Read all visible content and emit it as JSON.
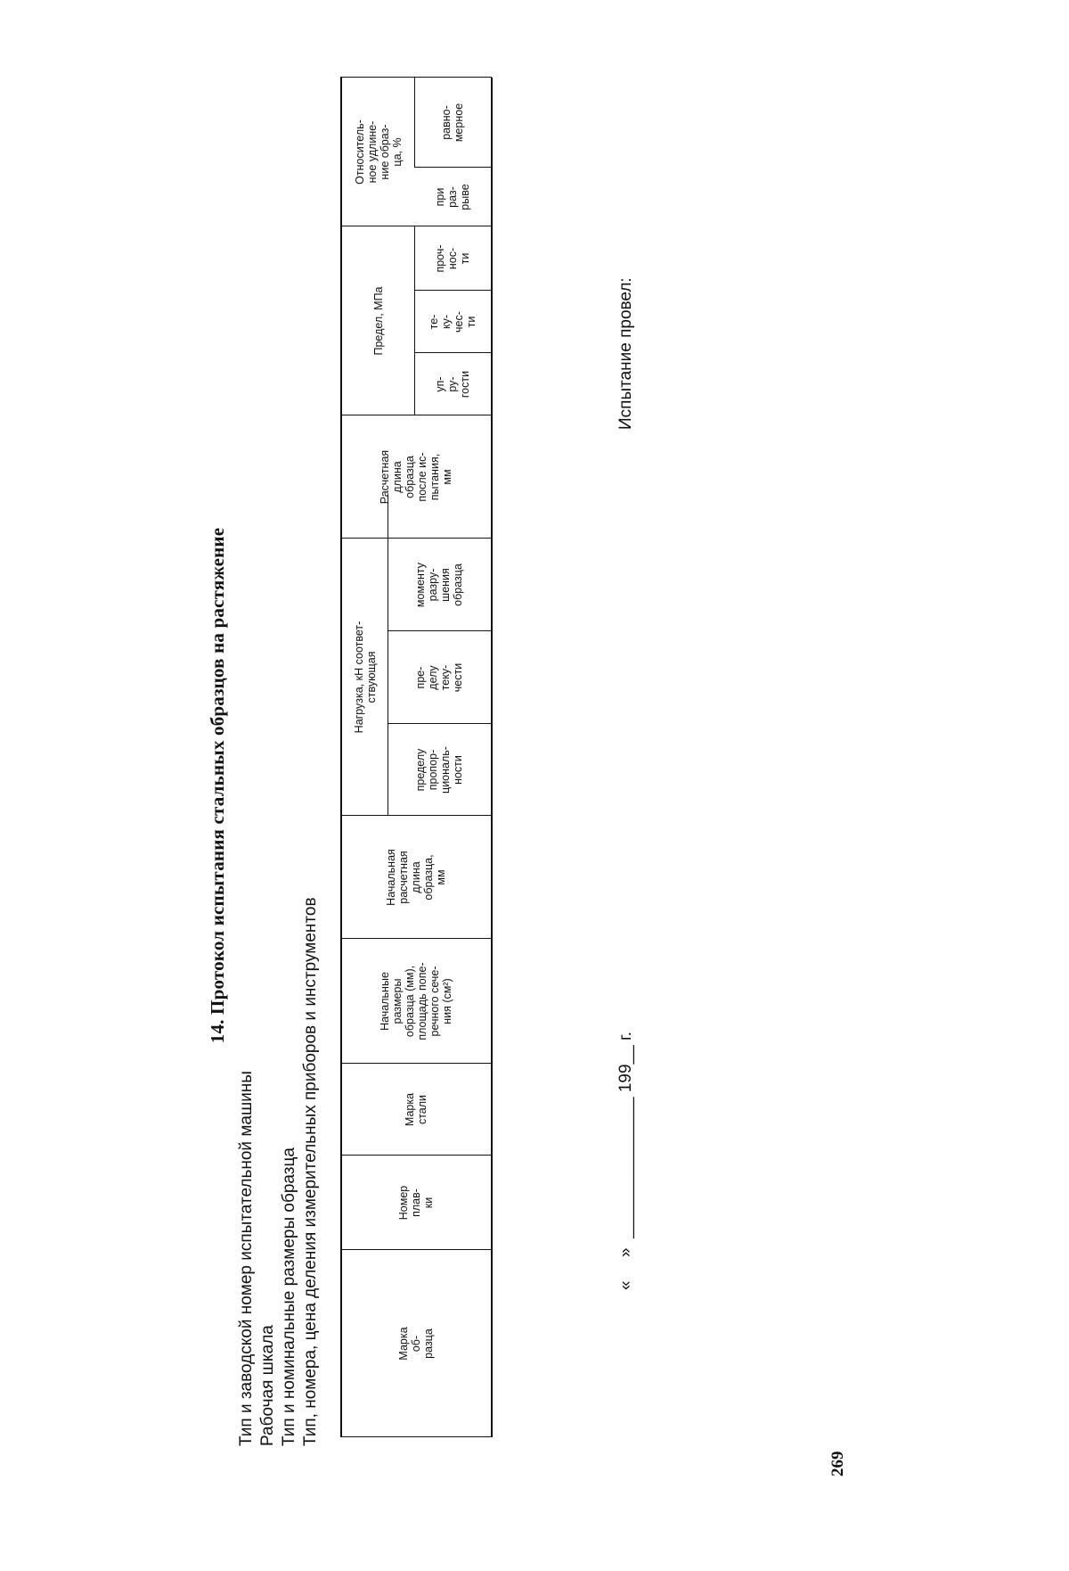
{
  "document": {
    "title": "14. Протокол испытания стальных образцов на растяжение",
    "fields": [
      "Тип и заводской номер испытательной машины",
      "Рабочая шкала",
      "Тип и номинальные размеры образца",
      "Тип, номера, цена деления измерительных приборов и инструментов"
    ],
    "table": {
      "headers": {
        "sample_mark": "Марка\nоб-\nразца",
        "heat_number": "Номер\nплав-\nки",
        "steel_grade": "Марка\nстали",
        "initial_dimensions": "Начальные\nразмеры\nобразца (мм),\nплощадь попе-\nречного сече-\nния (см²)",
        "initial_gauge_length": "Начальная\nрасчетная\nдлина\nобразца,\nмм",
        "load_group": "Нагрузка, кН соответ-\nствующая",
        "load_proportionality": "пределу\nпропор-\nциональ-\nности",
        "load_yield": "пре-\nделу\nтеку-\nчести",
        "load_fracture": "моменту\nразру-\nшения\nобразца",
        "final_gauge_length": "Расчетная\nдлина\nобразца\nпосле ис-\nпытания,\nмм",
        "limit_group": "Предел, МПа",
        "limit_elasticity": "уп-\nру-\nгости",
        "limit_yield": "те-\nку-\nчес-\nти",
        "limit_strength": "проч-\nнос-\nти",
        "elongation_group": "Относитель-\nное удлине-\nние образ-\nца, %",
        "elongation_break": "при\nраз-\nрыве",
        "elongation_uniform": "равно-\nмерное"
      }
    },
    "date_line": "«     »  _______________ 199__ г.",
    "signature": "Испытание провел:",
    "page_number": "269"
  }
}
